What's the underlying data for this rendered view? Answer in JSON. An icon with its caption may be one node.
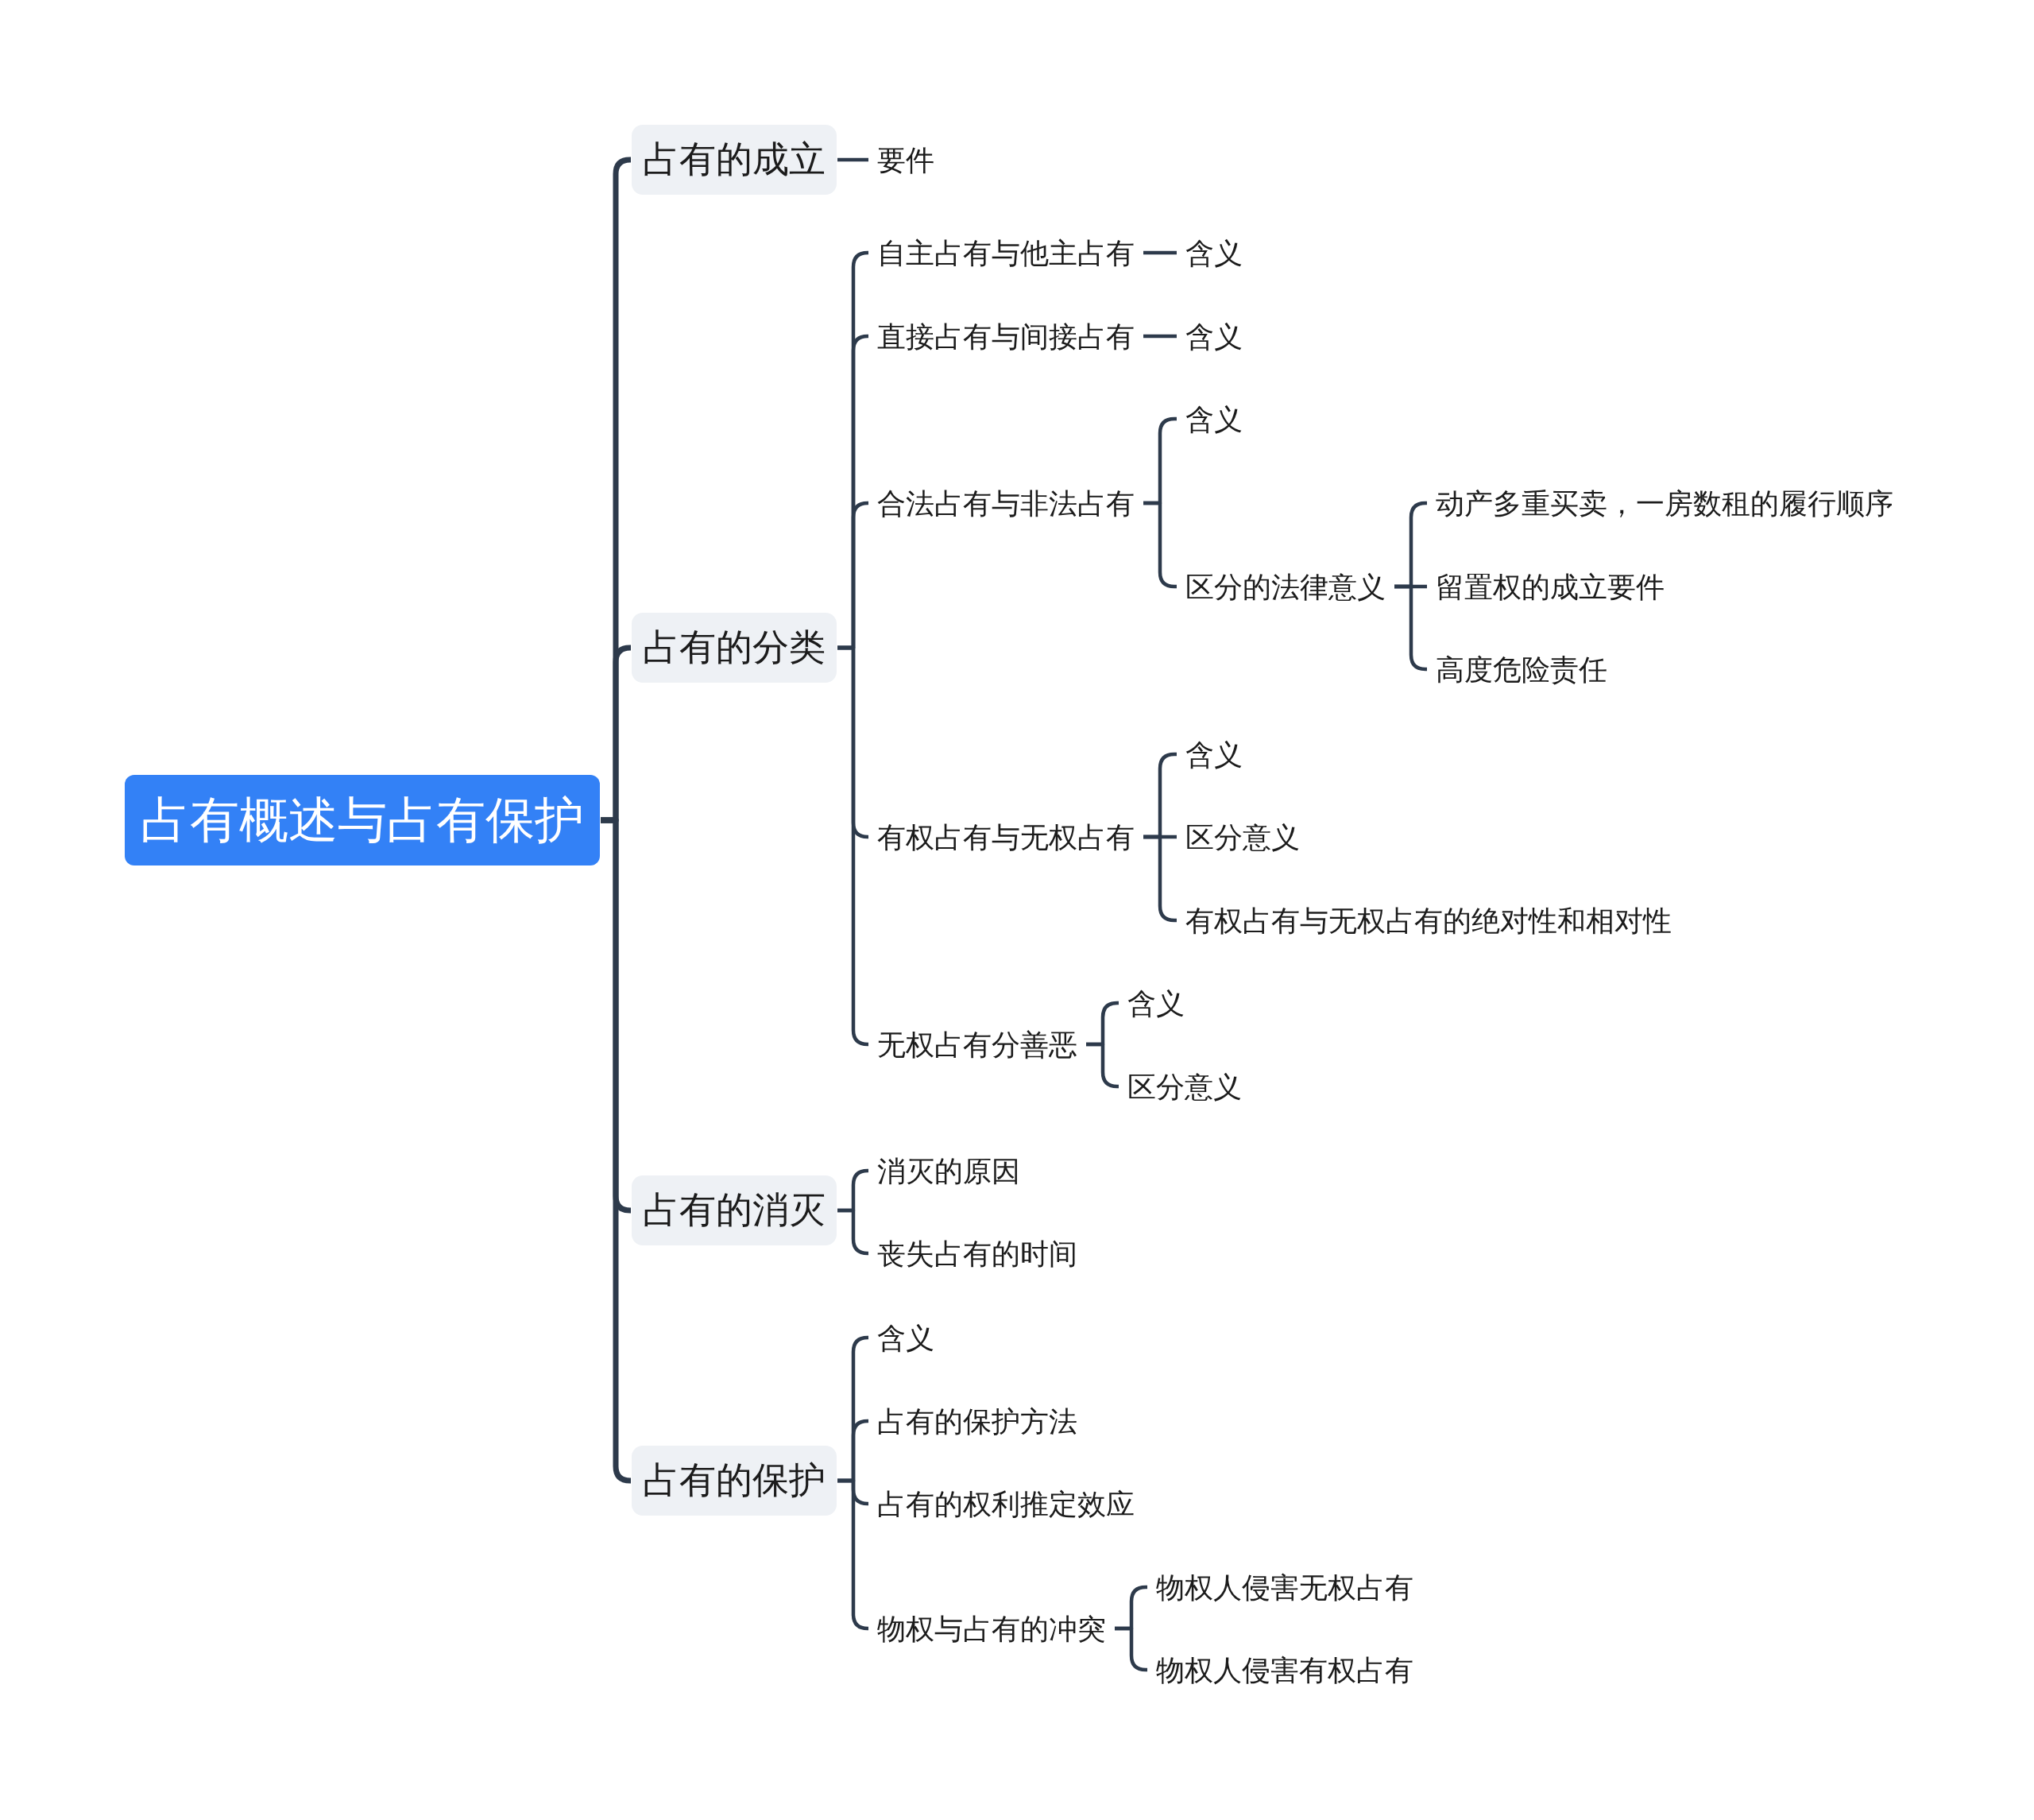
{
  "diagram": {
    "nodes": [
      {
        "text": [
          "占有概述与占有保护"
        ]
      },
      {
        "text": [
          "占有的成立"
        ]
      },
      {
        "text": [
          "要件"
        ]
      },
      {
        "text": [
          "占有的分类"
        ]
      },
      {
        "text": [
          "自主占有与他主占有"
        ]
      },
      {
        "text": [
          "含义"
        ]
      },
      {
        "text": [
          "直接占有与间接占有"
        ]
      },
      {
        "text": [
          "含义"
        ]
      },
      {
        "text": [
          "合法占有与非法占有"
        ]
      },
      {
        "text": [
          "含义"
        ]
      },
      {
        "text": [
          "区分的法律意义"
        ]
      },
      {
        "text": [
          "动产多重买卖，一房数租的履行顺序"
        ]
      },
      {
        "text": [
          "留置权的成立要件"
        ]
      },
      {
        "text": [
          "高度危险责任"
        ]
      },
      {
        "text": [
          "有权占有与无权占有"
        ]
      },
      {
        "text": [
          "含义"
        ]
      },
      {
        "text": [
          "区分意义"
        ]
      },
      {
        "text": [
          "有权占有与无权占有的绝对性和相对性"
        ]
      },
      {
        "text": [
          "无权占有分善恶"
        ]
      },
      {
        "text": [
          "含义"
        ]
      },
      {
        "text": [
          "区分意义"
        ]
      },
      {
        "text": [
          "占有的消灭"
        ]
      },
      {
        "text": [
          "消灭的原因"
        ]
      },
      {
        "text": [
          "丧失占有的时间"
        ]
      },
      {
        "text": [
          "占有的保护"
        ]
      },
      {
        "text": [
          "含义"
        ]
      },
      {
        "text": [
          "占有的保护方法"
        ]
      },
      {
        "text": [
          "占有的权利推定效应"
        ]
      },
      {
        "text": [
          "物权与占有的冲突"
        ]
      },
      {
        "text": [
          "物权人侵害无权占有"
        ]
      },
      {
        "text": [
          "物权人侵害有权占有"
        ]
      }
    ],
    "edges": [
      {
        "from": 0,
        "to": 1,
        "arrow": "none"
      },
      {
        "from": 1,
        "to": 2,
        "arrow": "none"
      },
      {
        "from": 0,
        "to": 3,
        "arrow": "none"
      },
      {
        "from": 3,
        "to": 4,
        "arrow": "none"
      },
      {
        "from": 4,
        "to": 5,
        "arrow": "none"
      },
      {
        "from": 3,
        "to": 6,
        "arrow": "none"
      },
      {
        "from": 6,
        "to": 7,
        "arrow": "none"
      },
      {
        "from": 3,
        "to": 8,
        "arrow": "none"
      },
      {
        "from": 8,
        "to": 9,
        "arrow": "none"
      },
      {
        "from": 8,
        "to": 10,
        "arrow": "none"
      },
      {
        "from": 10,
        "to": 11,
        "arrow": "none"
      },
      {
        "from": 10,
        "to": 12,
        "arrow": "none"
      },
      {
        "from": 10,
        "to": 13,
        "arrow": "none"
      },
      {
        "from": 3,
        "to": 14,
        "arrow": "none"
      },
      {
        "from": 14,
        "to": 15,
        "arrow": "none"
      },
      {
        "from": 14,
        "to": 16,
        "arrow": "none"
      },
      {
        "from": 14,
        "to": 17,
        "arrow": "none"
      },
      {
        "from": 3,
        "to": 18,
        "arrow": "none"
      },
      {
        "from": 18,
        "to": 19,
        "arrow": "none"
      },
      {
        "from": 18,
        "to": 20,
        "arrow": "none"
      },
      {
        "from": 0,
        "to": 21,
        "arrow": "none"
      },
      {
        "from": 21,
        "to": 22,
        "arrow": "none"
      },
      {
        "from": 21,
        "to": 23,
        "arrow": "none"
      },
      {
        "from": 0,
        "to": 24,
        "arrow": "none"
      },
      {
        "from": 24,
        "to": 25,
        "arrow": "none"
      },
      {
        "from": 24,
        "to": 26,
        "arrow": "none"
      },
      {
        "from": 24,
        "to": 27,
        "arrow": "none"
      },
      {
        "from": 24,
        "to": 28,
        "arrow": "none"
      },
      {
        "from": 28,
        "to": 29,
        "arrow": "none"
      },
      {
        "from": 28,
        "to": 30,
        "arrow": "none"
      }
    ]
  }
}
